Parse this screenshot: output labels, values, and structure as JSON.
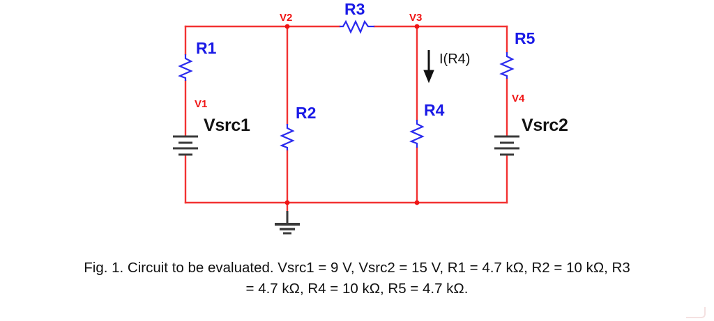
{
  "figure": {
    "title": "Fig. 1 circuit schematic",
    "colors": {
      "wire": "#f23232",
      "resistor": "#2a2aee",
      "component_label": "#1a1ae6",
      "node_label": "#f01414",
      "source_label": "#141414",
      "ground": "#3a3a3a",
      "current_arrow": "#111111",
      "background": "#ffffff"
    },
    "components": [
      {
        "id": "R1",
        "label": "R1",
        "type": "resistor",
        "orientation": "vertical",
        "value": "4.7 kΩ"
      },
      {
        "id": "R2",
        "label": "R2",
        "type": "resistor",
        "orientation": "vertical",
        "value": "10 kΩ"
      },
      {
        "id": "R3",
        "label": "R3",
        "type": "resistor",
        "orientation": "horizontal",
        "value": "4.7 kΩ"
      },
      {
        "id": "R4",
        "label": "R4",
        "type": "resistor",
        "orientation": "vertical",
        "value": "10 kΩ"
      },
      {
        "id": "R5",
        "label": "R5",
        "type": "resistor",
        "orientation": "vertical",
        "value": "4.7 kΩ"
      },
      {
        "id": "Vsrc1",
        "label": "Vsrc1",
        "type": "battery",
        "value": "9 V"
      },
      {
        "id": "Vsrc2",
        "label": "Vsrc2",
        "type": "battery",
        "value": "15 V"
      }
    ],
    "nodes": [
      {
        "id": "V1",
        "label": "V1"
      },
      {
        "id": "V2",
        "label": "V2"
      },
      {
        "id": "V3",
        "label": "V3"
      },
      {
        "id": "V4",
        "label": "V4"
      }
    ],
    "annotations": [
      {
        "id": "IR4",
        "label": "I(R4)",
        "direction": "down"
      }
    ],
    "ground": {
      "label": "ground-symbol"
    }
  },
  "caption": {
    "line1": "Fig. 1. Circuit to be evaluated. Vsrc1 = 9 V, Vsrc2 = 15 V, R1 = 4.7 kΩ, R2 = 10 kΩ, R3",
    "line2": "= 4.7 kΩ, R4 = 10 kΩ, R5 = 4.7 kΩ."
  }
}
